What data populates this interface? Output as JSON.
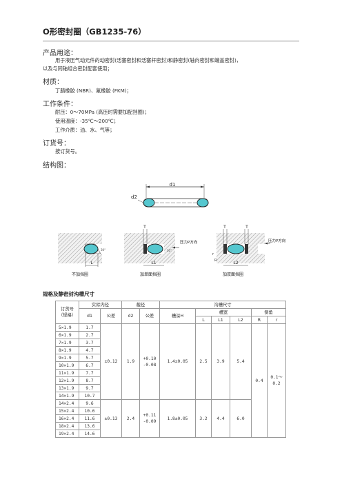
{
  "title": "O形密封圈（GB1235-76）",
  "sections": {
    "usage_heading": "产品用途：",
    "usage_line1": "用于液压气动元件的动密封(活塞密封和活塞杆密封)和静密封(轴向密封和端盖密封)，",
    "usage_line2": "以及与同轴组合密封配套使用；",
    "material_heading": "材质：",
    "material_text": "丁腈橡胶 (NBR)、氟橡胶 (FKM)；",
    "work_heading": "工作条件：",
    "work_pressure": "耐压：0～70MPa (高压时需要加配挡圈)；",
    "work_temp": "使用温度：-35℃～200℃；",
    "work_medium": "工作介质：油、水、气等；",
    "order_heading": "订货号：",
    "order_text": "按订货号。",
    "structure_heading": "结构图："
  },
  "diagram": {
    "d1": "d1",
    "d2": "d2",
    "t": "T",
    "pressure": "压力P方向",
    "l": "L",
    "l1": "L1",
    "l2": "L2",
    "r": "R",
    "r_small": "r",
    "angle": "30°",
    "caption_none": "不加挡圈",
    "caption_single": "加单面挡圈",
    "caption_double": "加双面挡圈"
  },
  "table": {
    "title": "规格及静密封沟槽尺寸",
    "headers": {
      "order_no": "订货号",
      "spec": "（规格）",
      "inner_dia": "实际内径",
      "section": "截径",
      "groove": "沟槽尺寸",
      "d1": "d1",
      "tol": "公差",
      "d2": "d2",
      "tol2": "公差",
      "depth": "槽深H",
      "width": "槽宽",
      "chamfer": "倒角",
      "L": "L",
      "L1": "L1",
      "L2": "L2",
      "R": "R",
      "r": "r"
    },
    "rows": [
      {
        "spec": "5×1.9",
        "d1": "1.7"
      },
      {
        "spec": "6×1.9",
        "d1": "2.7"
      },
      {
        "spec": "7×1.9",
        "d1": "3.7"
      },
      {
        "spec": "8×1.9",
        "d1": "4.7"
      },
      {
        "spec": "9×1.9",
        "d1": "5.7"
      },
      {
        "spec": "10×1.9",
        "d1": "6.7"
      },
      {
        "spec": "11×1.9",
        "d1": "7.7"
      },
      {
        "spec": "12×1.9",
        "d1": "8.7"
      },
      {
        "spec": "13×1.9",
        "d1": "9.7"
      },
      {
        "spec": "14×1.9",
        "d1": "10.7"
      },
      {
        "spec": "14×2.4",
        "d1": "9.6"
      },
      {
        "spec": "15×2.4",
        "d1": "10.6"
      },
      {
        "spec": "16×2.4",
        "d1": "11.6"
      },
      {
        "spec": "18×2.4",
        "d1": "13.6"
      },
      {
        "spec": "19×2.4",
        "d1": "14.6"
      }
    ],
    "group1": {
      "tol": "±0.12",
      "d2": "1.9",
      "tol2a": "+0.10",
      "tol2b": "-0.08",
      "depth": "1.4±0.05",
      "L": "2.5",
      "L1": "3.9",
      "L2": "5.4"
    },
    "group2": {
      "tol": "±0.13",
      "d2": "2.4",
      "tol2a": "+0.11",
      "tol2b": "-0.09",
      "depth": "1.8±0.05",
      "L": "3.2",
      "L1": "4.4",
      "L2": "6.0"
    },
    "chamfer": {
      "R": "0.4",
      "r": "0.1～0.2"
    }
  }
}
